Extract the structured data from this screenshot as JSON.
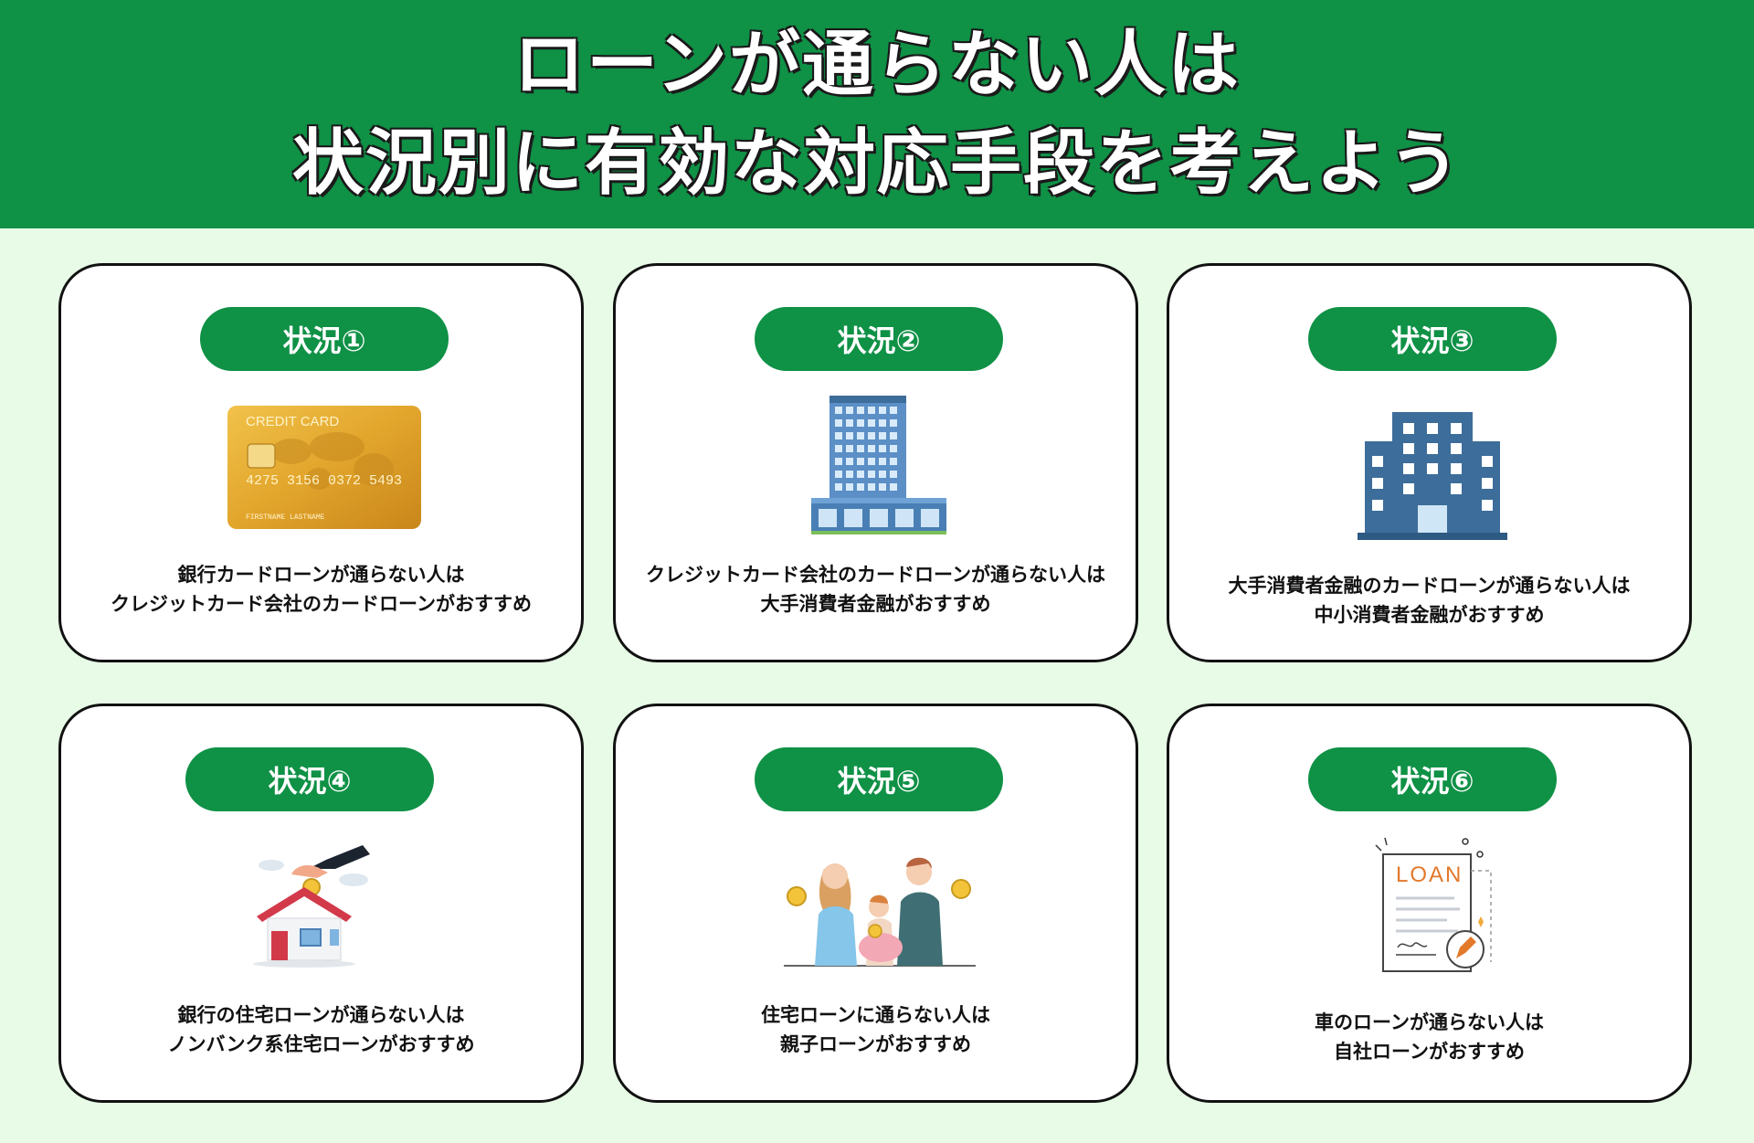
{
  "header": {
    "title_line1": "ローンが通らない人は",
    "title_line2": "状況別に有効な対応手段を考えよう"
  },
  "cards": [
    {
      "label": "状況①",
      "illustration": "credit-card",
      "card_text": "CREDIT CARD",
      "card_number": "4275 3156 0372 5493",
      "card_name": "FIRSTNAME LASTNAME",
      "line1": "銀行カードローンが通らない人は",
      "line2": "クレジットカード会社のカードローンがおすすめ"
    },
    {
      "label": "状況②",
      "illustration": "office-tower",
      "line1": "クレジットカード会社のカードローンが通らない人は",
      "line2": "大手消費者金融がおすすめ"
    },
    {
      "label": "状況③",
      "illustration": "office-building",
      "line1": "大手消費者金融のカードローンが通らない人は",
      "line2": "中小消費者金融がおすすめ"
    },
    {
      "label": "状況④",
      "illustration": "house-savings",
      "line1": "銀行の住宅ローンが通らない人は",
      "line2": "ノンバンク系住宅ローンがおすすめ"
    },
    {
      "label": "状況⑤",
      "illustration": "family-savings",
      "line1": "住宅ローンに通らない人は",
      "line2": "親子ローンがおすすめ"
    },
    {
      "label": "状況⑥",
      "illustration": "loan-document",
      "doc_title": "LOAN",
      "line1": "車のローンが通らない人は",
      "line2": "自社ローンがおすすめ"
    }
  ],
  "colors": {
    "brand_green": "#0f9146",
    "background": "#e7fbe6",
    "card_gold": "#e2a52c",
    "building_blue": "#3d6d9a"
  }
}
